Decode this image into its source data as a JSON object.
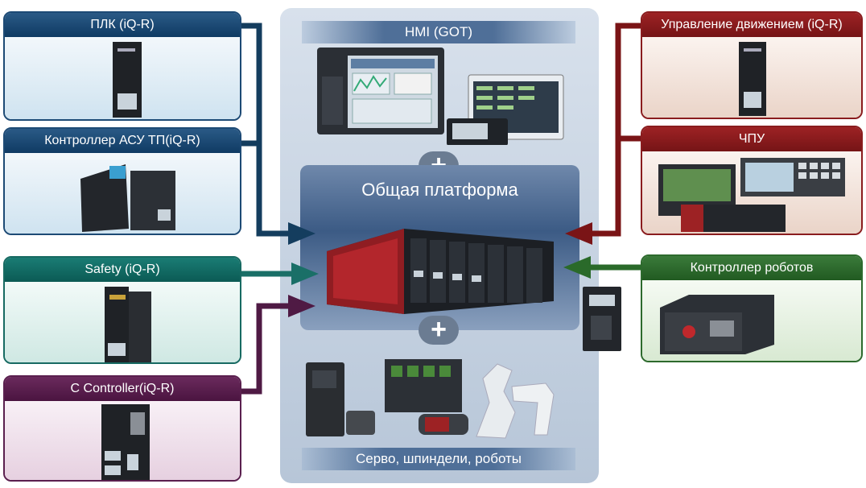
{
  "left_cards": {
    "plc": "ПЛК (iQ-R)",
    "process": "Контроллер АСУ ТП(iQ-R)",
    "safety": "Safety (iQ-R)",
    "ccontroller": "C Controller(iQ-R)"
  },
  "right_cards": {
    "motion": "Управление движением (iQ-R)",
    "cnc": "ЧПУ",
    "robot": "Контроллер роботов"
  },
  "center": {
    "hmi": "HMI (GOT)",
    "platform": "Общая платформа",
    "servo": "Серво, шпиндели, роботы",
    "plus_symbol": "+"
  },
  "colors": {
    "blue": "#1d4a75",
    "teal": "#176a62",
    "plum": "#5a1f4e",
    "red": "#8a1c1e",
    "green": "#2d6a2d"
  }
}
